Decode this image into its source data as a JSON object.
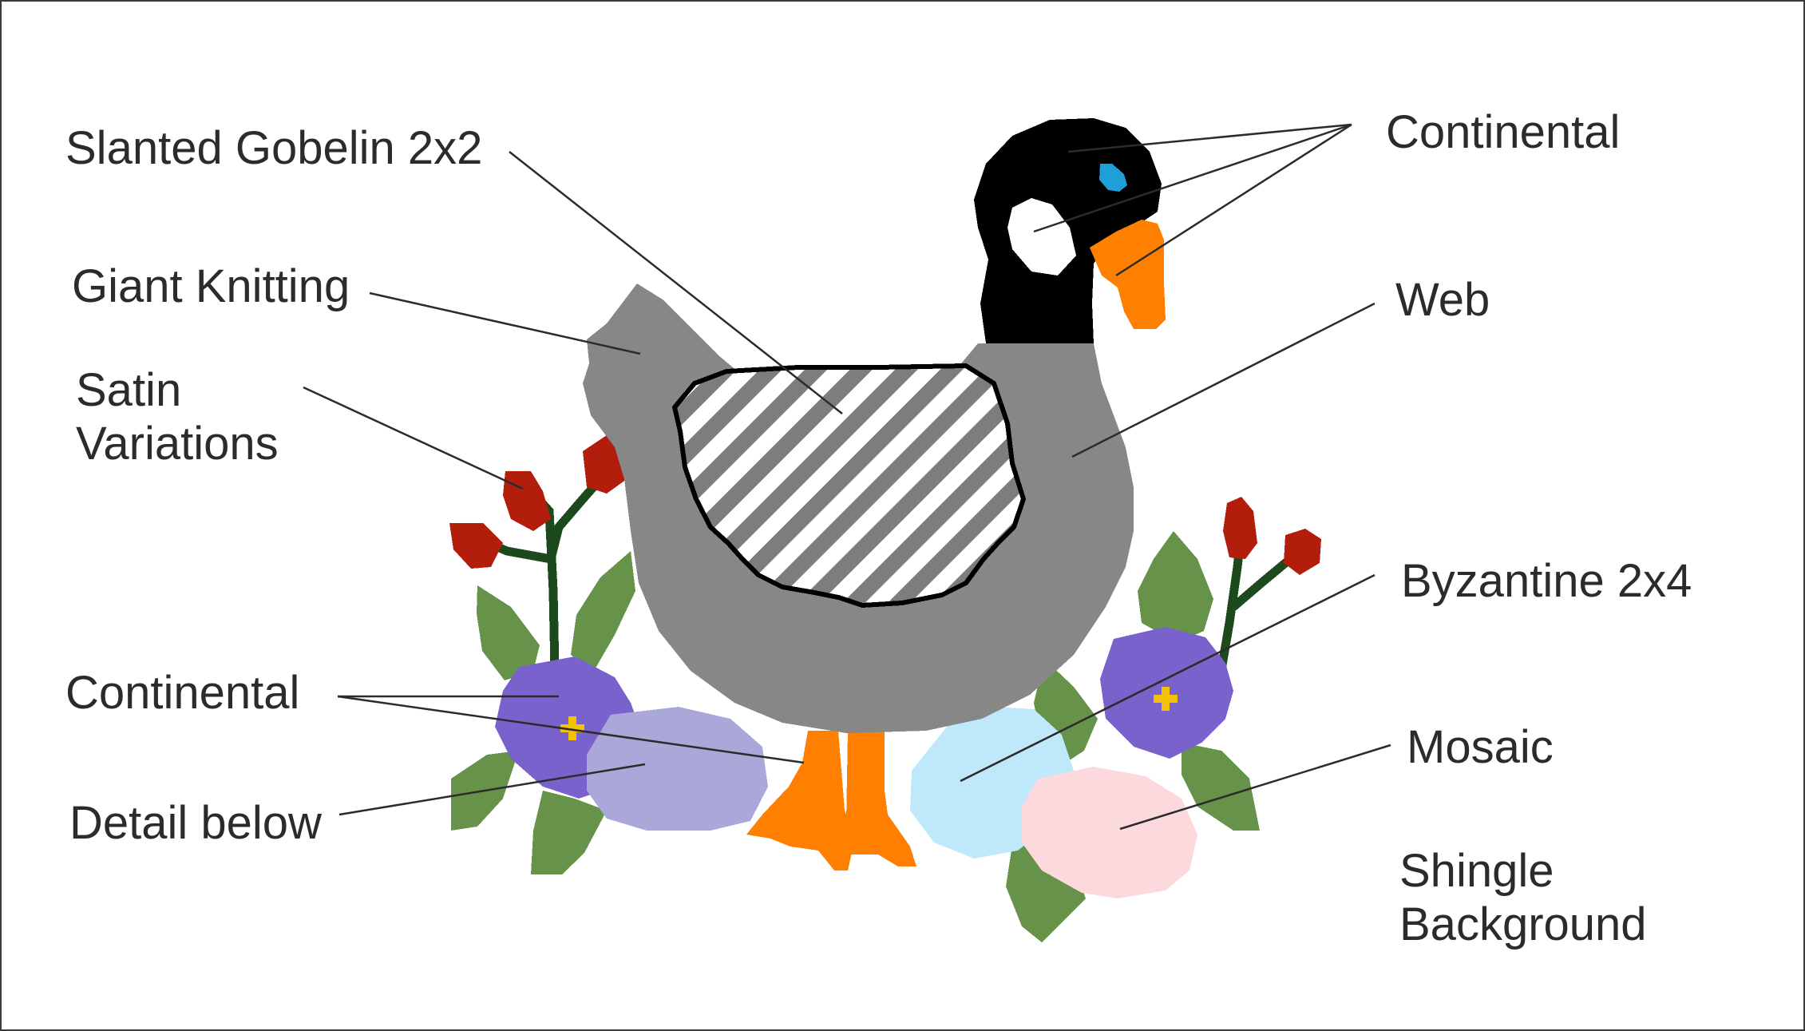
{
  "labels": {
    "continental_top": "Continental",
    "slanted_gobelin": "Slanted Gobelin 2x2",
    "giant_knitting": "Giant Knitting",
    "web": "Web",
    "satin_line1": "Satin",
    "satin_line2": "Variations",
    "byzantine": "Byzantine 2x4",
    "continental_bottom": "Continental",
    "mosaic": "Mosaic",
    "detail_below": "Detail below",
    "shingle_line1": "Shingle",
    "shingle_line2": "Background"
  },
  "colors": {
    "goose_body": "#878787",
    "goose_head": "#000000",
    "goose_cheek": "#ffffff",
    "beak_feet": "#ff7f00",
    "eye": "#1e9fd8",
    "wing_stripe": "#7d7d7d",
    "flower_purple": "#7a62cc",
    "flower_center": "#f2c300",
    "bud_red": "#b21d0c",
    "leaf_green": "#66924a",
    "stem_green": "#1d4a1d",
    "egg_lavender": "#aaa8d9",
    "egg_blue": "#bfe9fa",
    "egg_pink": "#fcd9dc",
    "leader_line": "#2b2b2b",
    "frame": "#3a3a3a"
  }
}
